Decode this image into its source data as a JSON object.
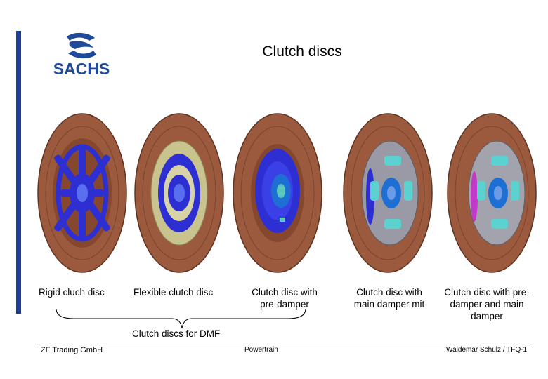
{
  "header": {
    "title": "Clutch discs",
    "logo_text": "SACHS"
  },
  "discs": [
    {
      "label_line1": "Rigid cluch disc",
      "label_line2": "",
      "label_line3": "",
      "hub_color": "#2d2fd2",
      "spring_color": "",
      "plate_color": ""
    },
    {
      "label_line1": "Flexible clutch disc",
      "label_line2": "",
      "label_line3": "",
      "hub_color": "#2d2fd2",
      "spring_color": "",
      "plate_color": "#c9c48e"
    },
    {
      "label_line1": "Clutch disc with",
      "label_line2": "pre-damper",
      "label_line3": "",
      "hub_color": "#2d2fd2",
      "spring_color": "#5bc8c0",
      "plate_color": ""
    },
    {
      "label_line1": "Clutch disc with",
      "label_line2": "main damper mit",
      "label_line3": "",
      "hub_color": "#1e6fd4",
      "spring_color": "#5bd2cf",
      "plate_color": "#9a9aa6"
    },
    {
      "label_line1": "Clutch disc with pre-",
      "label_line2": "damper and main",
      "label_line3": "damper",
      "hub_color": "#1e6fd4",
      "spring_color": "#5bd2cf",
      "plate_color": "#a3a3ad"
    }
  ],
  "group": {
    "label": "Clutch discs for DMF"
  },
  "footer": {
    "company": "ZF Trading GmbH",
    "section": "Powertrain",
    "author": "Waldemar Schulz / TFQ-1"
  },
  "colors": {
    "accent_bar": "#1d3f9b",
    "logo_blue": "#1d4a9b",
    "friction": "#9b5a3d"
  }
}
